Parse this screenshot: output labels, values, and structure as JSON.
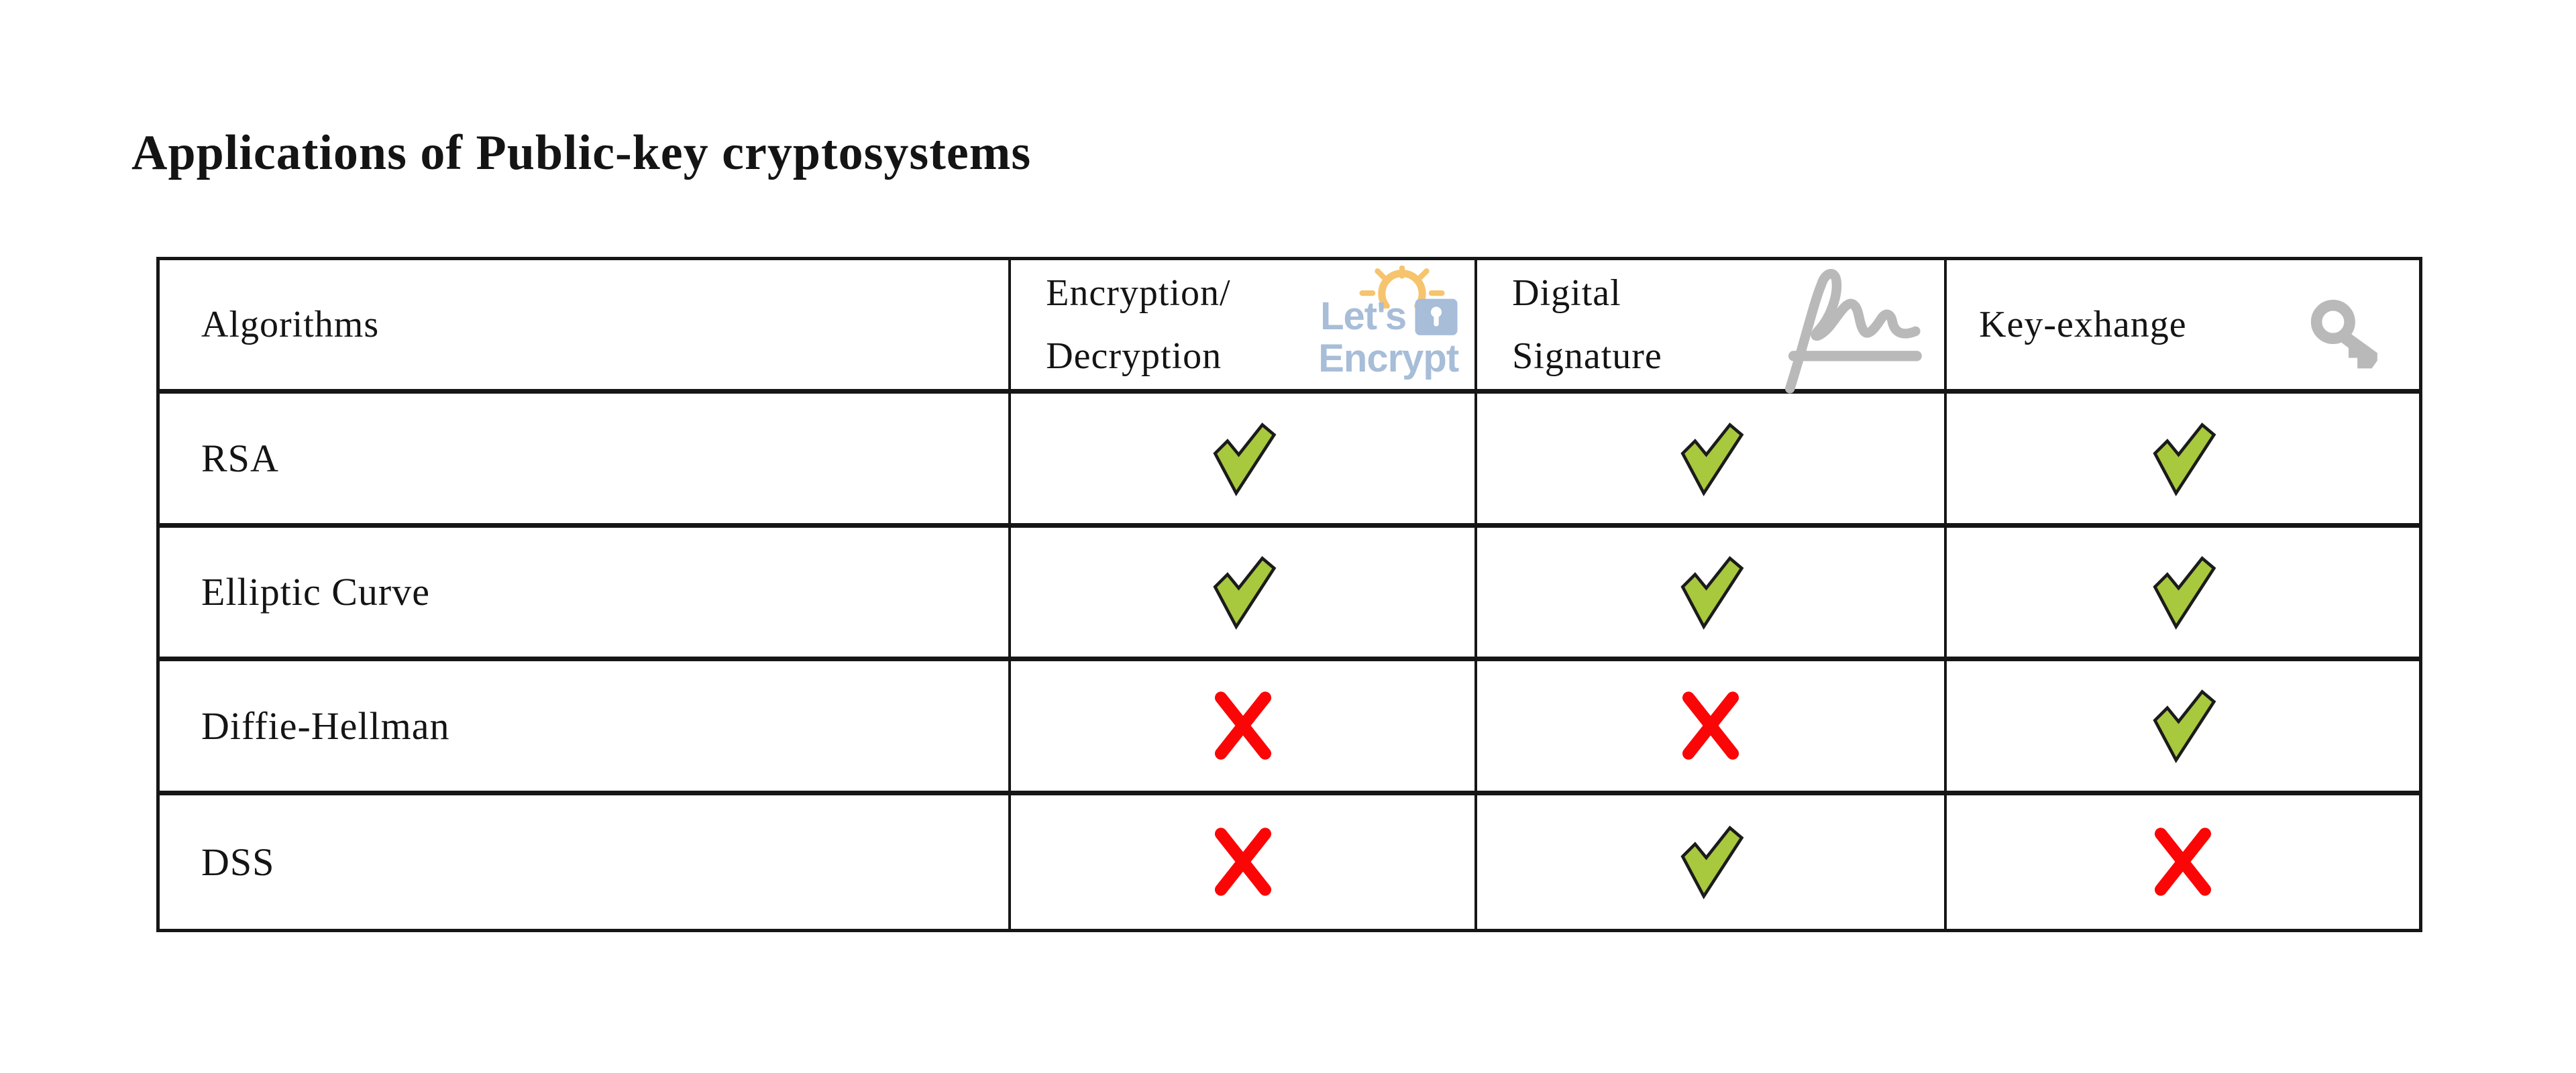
{
  "title": "Applications of Public-key cryptosystems",
  "logo": {
    "line1": "Let's",
    "line2": "Encrypt"
  },
  "table": {
    "header": {
      "algorithms": "Algorithms",
      "encryption_line1": "Encryption/",
      "encryption_line2": "Decryption",
      "signature_line1": "Digital",
      "signature_line2": "Signature",
      "key_exchange": "Key-exhange"
    },
    "rows": [
      {
        "algorithm": "RSA",
        "encryption_decryption": "yes",
        "digital_signature": "yes",
        "key_exchange": "yes"
      },
      {
        "algorithm": "Elliptic Curve",
        "encryption_decryption": "yes",
        "digital_signature": "yes",
        "key_exchange": "yes"
      },
      {
        "algorithm": "Diffie-Hellman",
        "encryption_decryption": "no",
        "digital_signature": "no",
        "key_exchange": "yes"
      },
      {
        "algorithm": "DSS",
        "encryption_decryption": "no",
        "digital_signature": "yes",
        "key_exchange": "no"
      }
    ]
  },
  "colors": {
    "check_fill": "#a8c83e",
    "check_outline": "#1b1b1b",
    "cross_red": "#fb0606",
    "icon_gray": "#b9b9b9",
    "logo_blue": "#a7bdd8",
    "logo_yellow": "#f6c46d",
    "line_black": "#161616"
  }
}
